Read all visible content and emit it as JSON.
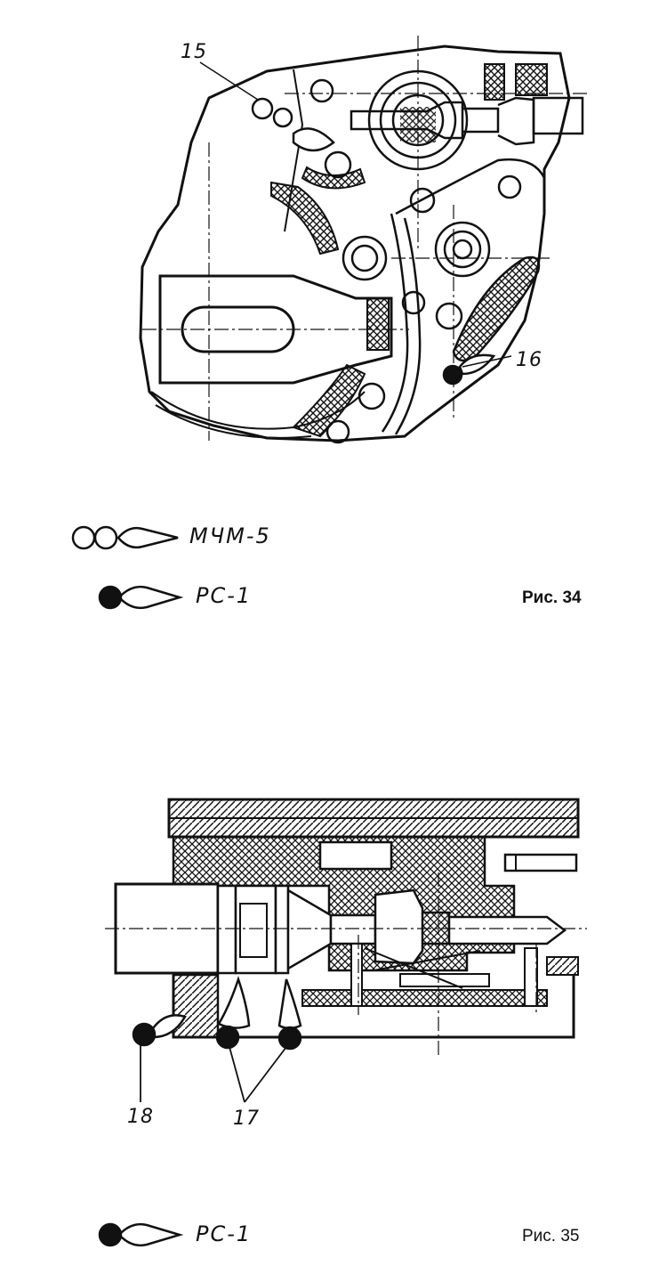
{
  "figure34": {
    "caption": "Рис. 34",
    "callouts": {
      "c15": "15",
      "c16": "16"
    },
    "legend": [
      {
        "symbol": "open-three-circle-marker",
        "label": "МЧМ-5"
      },
      {
        "symbol": "filled-circle-marker",
        "label": "РС-1"
      }
    ]
  },
  "figure35": {
    "caption": "Рис. 35",
    "callouts": {
      "c17": "17",
      "c18": "18"
    },
    "legend": [
      {
        "symbol": "filled-circle-marker",
        "label": "РС-1"
      }
    ]
  }
}
